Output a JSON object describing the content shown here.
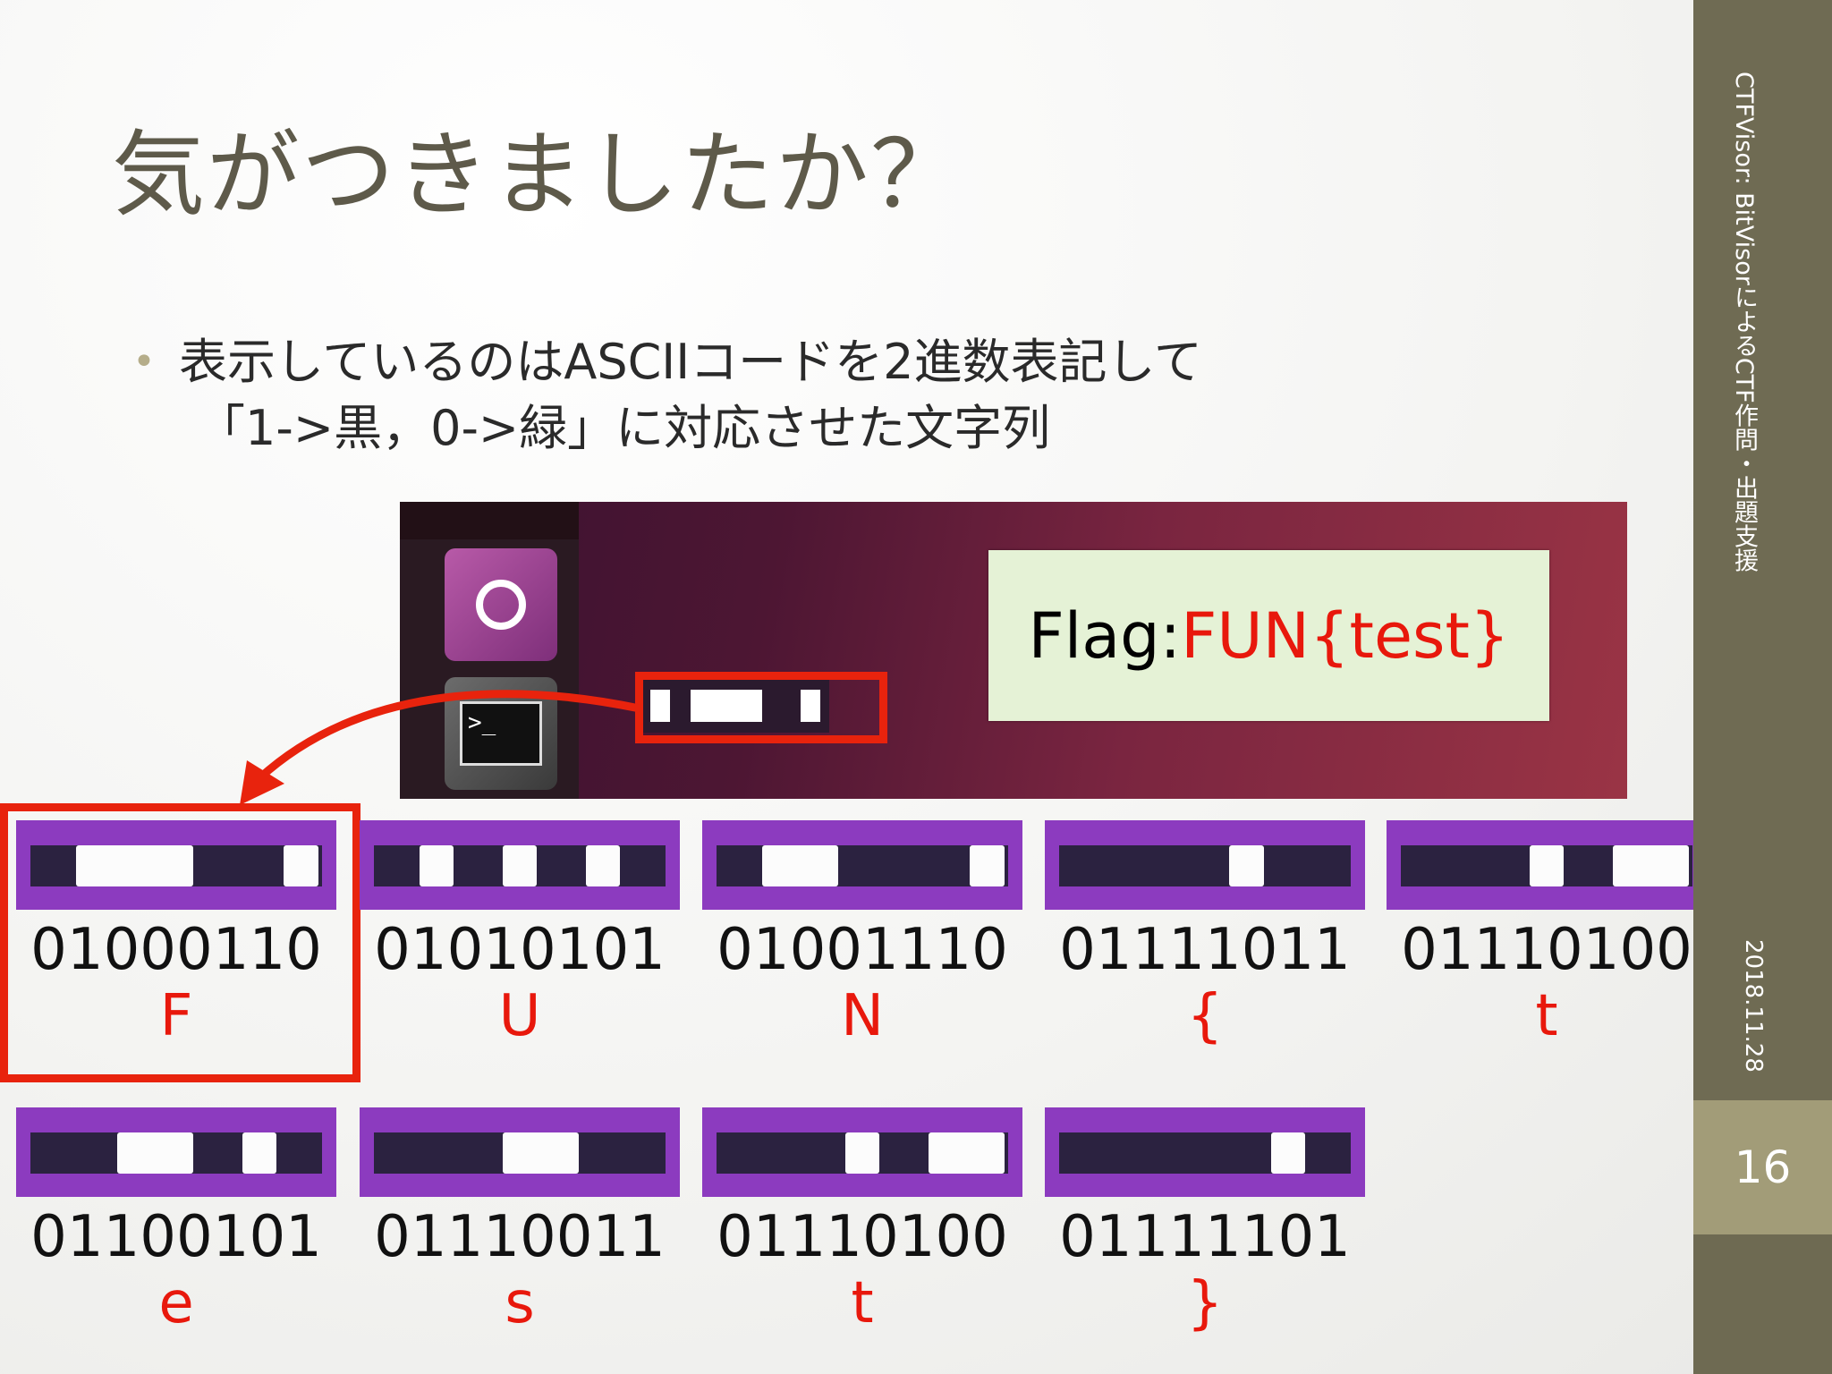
{
  "slide": {
    "title": "気がつきましたか？",
    "bullet_line1": "表示しているのはASCIIコードを2進数表記して",
    "bullet_line2": "「1->黒，0->緑」に対応させた文字列",
    "bullet_symbol": "•"
  },
  "sidebar": {
    "deck_title": "CTFVisor: BitVisorによるCTF作問・出題支援",
    "date": "2018.11.28",
    "page_number": "16"
  },
  "screenshot": {
    "launcher_icons": [
      "ubuntu-logo-icon",
      "terminal-icon"
    ],
    "terminal_prompt": ">_",
    "bar_bits": "01000110"
  },
  "flag": {
    "label": "Flag: ",
    "value": "FUN{test}"
  },
  "codes": [
    {
      "binary": "01000110",
      "char": "F"
    },
    {
      "binary": "01010101",
      "char": "U"
    },
    {
      "binary": "01001110",
      "char": "N"
    },
    {
      "binary": "01111011",
      "char": "{"
    },
    {
      "binary": "01110100",
      "char": "t"
    },
    {
      "binary": "01100101",
      "char": "e"
    },
    {
      "binary": "01110011",
      "char": "s"
    },
    {
      "binary": "01110100",
      "char": "t"
    },
    {
      "binary": "01111101",
      "char": "}"
    }
  ],
  "colors": {
    "accent_red": "#e8180c",
    "sidebar": "#6e6a52",
    "page_box": "#a29c78",
    "bar_purple": "#8c3bbf"
  }
}
